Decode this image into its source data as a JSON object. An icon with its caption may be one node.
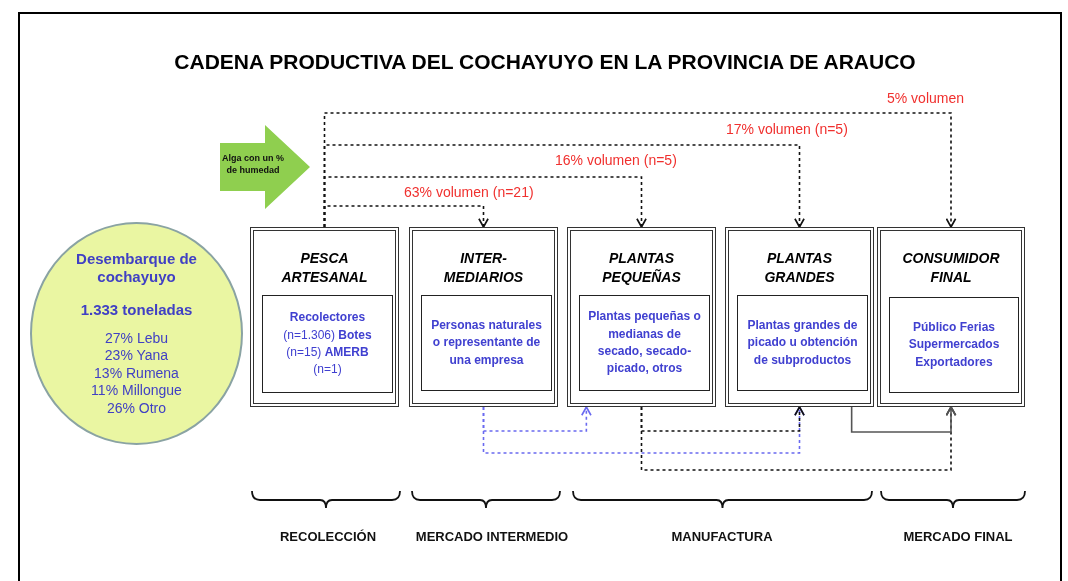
{
  "diagram": {
    "title": "CADENA PRODUCTIVA DEL COCHAYUYO EN LA PROVINCIA DE ARAUCO",
    "nodes": [
      {
        "text": [
          "Desembarque de cochayuyo",
          "1.333 toneladas",
          "27% Lebu",
          "23% Yana",
          "13% Rumena",
          "11% Millongue",
          "26% Otro"
        ]
      },
      {
        "text": [
          "Alga con un % de humedad"
        ]
      },
      {
        "text": [
          "PESCA ARTESANAL"
        ]
      },
      {
        "text": [
          "**Recolectores** (n=1.306) **Botes** (n=15) **AMERB** (n=1)"
        ],
        "in": 2
      },
      {
        "text": [
          "INTER- MEDIARIOS"
        ]
      },
      {
        "text": [
          "Personas naturales o representante de una empresa"
        ],
        "in": 4
      },
      {
        "text": [
          "PLANTAS PEQUEÑAS"
        ]
      },
      {
        "text": [
          "Plantas pequeñas o medianas de secado, secado- picado, otros"
        ],
        "in": 6
      },
      {
        "text": [
          "PLANTAS GRANDES"
        ]
      },
      {
        "text": [
          "Plantas grandes de picado u obtención de subproductos"
        ],
        "in": 8
      },
      {
        "text": [
          "CONSUMIDOR FINAL"
        ]
      },
      {
        "text": [
          "Público Ferias Supermercados Exportadores"
        ],
        "in": 10
      }
    ],
    "edges": [
      {
        "from": 2,
        "to": 10,
        "arrow": "to",
        "label": "5% volumen",
        "style": "dashed"
      },
      {
        "from": 2,
        "to": 8,
        "arrow": "to",
        "label": "17% volumen (n=5)",
        "style": "dashed"
      },
      {
        "from": 2,
        "to": 6,
        "arrow": "to",
        "label": "16% volumen (n=5)",
        "style": "dashed"
      },
      {
        "from": 2,
        "to": 4,
        "arrow": "to",
        "label": "63% volumen (n=21)",
        "style": "dashed"
      },
      {
        "from": 4,
        "to": 6,
        "arrow": "to",
        "style": "dashed",
        "color": "#6a6af0"
      },
      {
        "from": 4,
        "to": 8,
        "arrow": "to",
        "style": "dashed",
        "color": "#6a6af0"
      },
      {
        "from": 6,
        "to": 8,
        "arrow": "to",
        "style": "dashed"
      },
      {
        "from": 6,
        "to": 10,
        "arrow": "to",
        "style": "dashed"
      },
      {
        "from": 8,
        "to": 10,
        "arrow": "to",
        "color": "#555555"
      }
    ],
    "labels": [
      "RECOLECCIÓN",
      "MERCADO INTERMEDIO",
      "MANUFACTURA",
      "MERCADO FINAL"
    ]
  }
}
